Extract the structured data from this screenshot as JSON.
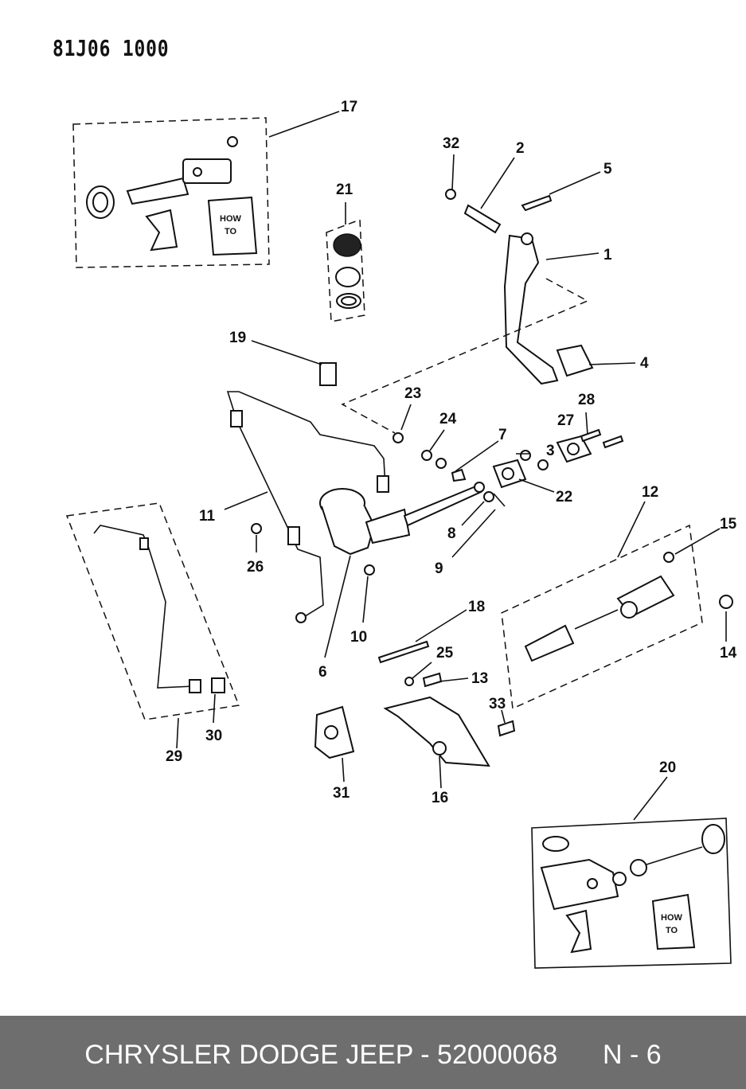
{
  "diagram_code": "81J06 1000",
  "footer": {
    "brand_part": "CHRYSLER DODGE JEEP - 52000068",
    "page": "N - 6"
  },
  "booklet_text": "HOW\nTO",
  "callouts": [
    "1",
    "2",
    "3",
    "4",
    "5",
    "6",
    "7",
    "8",
    "9",
    "10",
    "11",
    "12",
    "13",
    "14",
    "15",
    "16",
    "17",
    "18",
    "19",
    "20",
    "21",
    "22",
    "23",
    "24",
    "25",
    "26",
    "27",
    "28",
    "29",
    "30",
    "31",
    "32",
    "33"
  ]
}
